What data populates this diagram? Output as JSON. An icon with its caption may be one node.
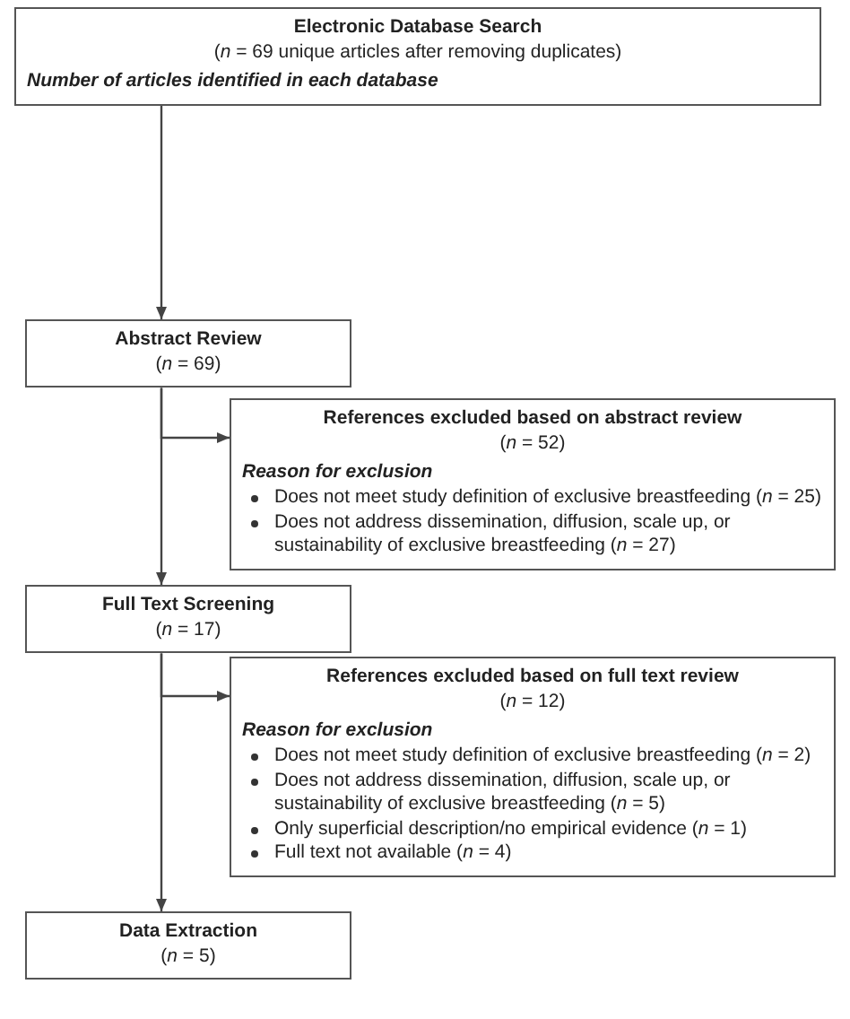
{
  "diagram": {
    "nodes": [
      {
        "text": [
          "Electronic Database Search",
          "(*n* = 69 unique articles after removing duplicates)",
          "Number of articles identified in each database"
        ]
      },
      {
        "text": [
          "Abstract Review",
          "(*n* = 69)"
        ]
      },
      {
        "text": [
          "References excluded based on abstract review",
          "(*n* = 52)",
          "Reason for exclusion",
          "Does not meet study definition of exclusive breastfeeding (*n* = 25)",
          "Does not address dissemination, diffusion, scale up, or sustainability of exclusive breastfeeding (*n* = 27)"
        ]
      },
      {
        "text": [
          "Full Text Screening",
          "(*n* = 17)"
        ]
      },
      {
        "text": [
          "References excluded based on full text review",
          "(*n* = 12)",
          "Reason for exclusion",
          "Does not meet study definition of exclusive breastfeeding (*n* = 2)",
          "Does not address dissemination, diffusion, scale up, or sustainability of exclusive breastfeeding (*n* = 5)",
          "Only superficial description/no empirical evidence (*n* = 1)",
          "Full text not available (*n* = 4)"
        ]
      },
      {
        "text": [
          "Data Extraction",
          "(*n* = 5)"
        ]
      }
    ],
    "edges": [
      {
        "from": 0,
        "to": 1,
        "arrow": "to"
      },
      {
        "from": 1,
        "to": 2,
        "arrow": "to"
      },
      {
        "from": 1,
        "to": 3,
        "arrow": "to"
      },
      {
        "from": 3,
        "to": 4,
        "arrow": "to"
      },
      {
        "from": 3,
        "to": 5,
        "arrow": "to"
      }
    ]
  }
}
